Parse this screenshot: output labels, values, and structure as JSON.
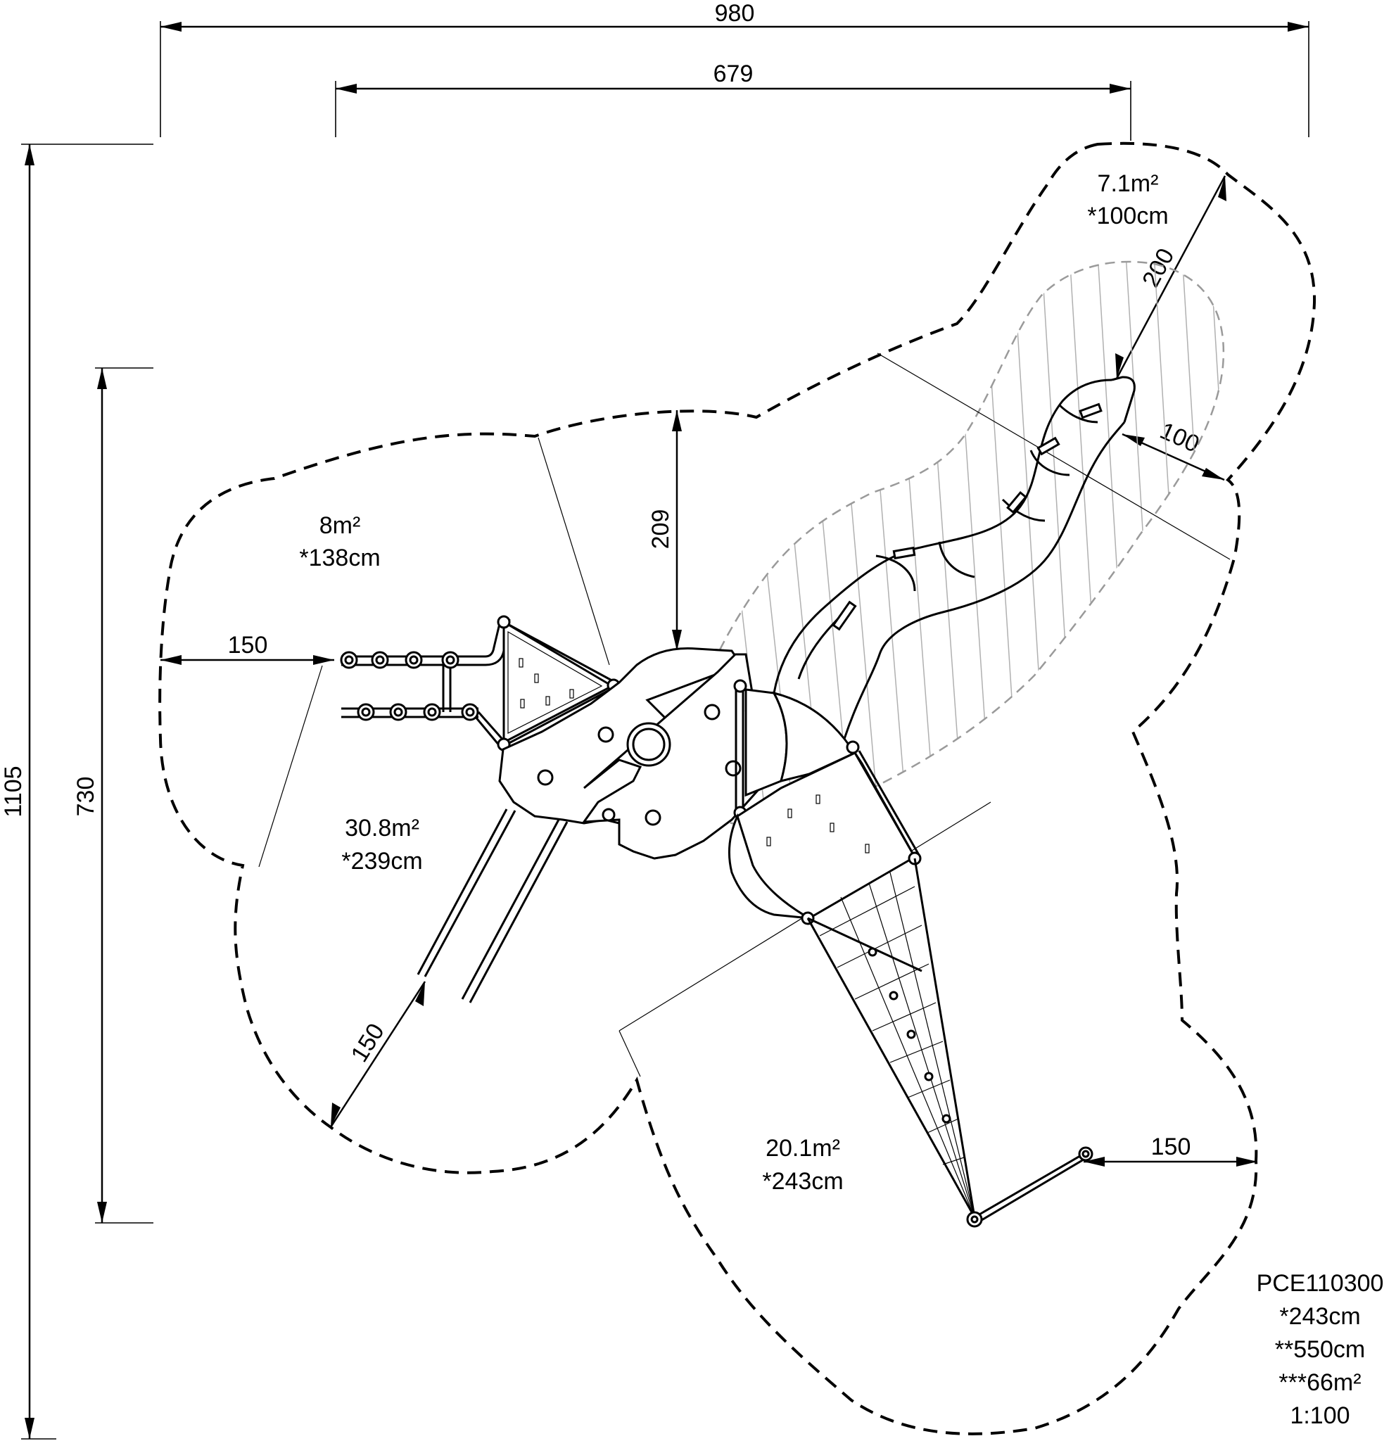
{
  "dimensions": {
    "overall_width": "980",
    "inner_width": "679",
    "overall_height": "1105",
    "inner_height": "730",
    "slide_run": "200",
    "slide_side": "100",
    "platform_clearance": "209",
    "left_clearance": "150",
    "lower_left_clearance": "150",
    "right_clearance": "150"
  },
  "zones": [
    {
      "area": "8m²",
      "height": "*138cm"
    },
    {
      "area": "30.8m²",
      "height": "*239cm"
    },
    {
      "area": "7.1m²",
      "height": "*100cm"
    },
    {
      "area": "20.1m²",
      "height": "*243cm"
    }
  ],
  "product": {
    "code": "PCE110300",
    "free_fall_height": "*243cm",
    "total_height": "**550cm",
    "safety_area": "***66m²",
    "scale": "1:100"
  }
}
